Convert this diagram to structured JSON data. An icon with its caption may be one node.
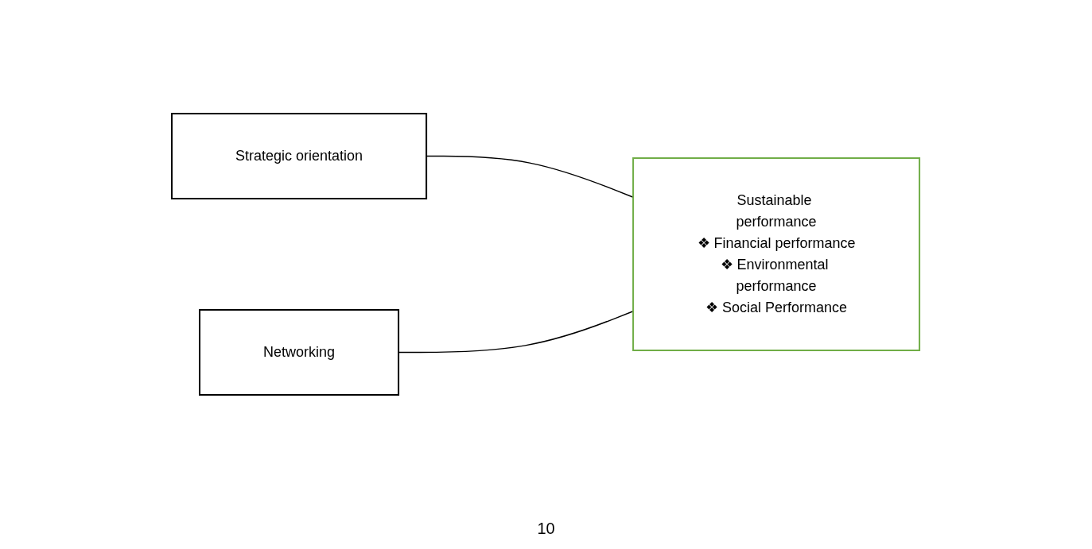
{
  "diagram": {
    "nodes": [
      {
        "text": [
          "Strategic orientation"
        ]
      },
      {
        "text": [
          "Networking"
        ]
      },
      {
        "text": [
          "Sustainable performance",
          "❖ Financial performance",
          "❖ Environmental performance",
          "❖ Social Performance"
        ]
      }
    ],
    "edges": [
      {
        "from": 0,
        "to": 2,
        "arrow": "none"
      },
      {
        "from": 1,
        "to": 2,
        "arrow": "none"
      }
    ],
    "labels": [
      "10"
    ]
  }
}
